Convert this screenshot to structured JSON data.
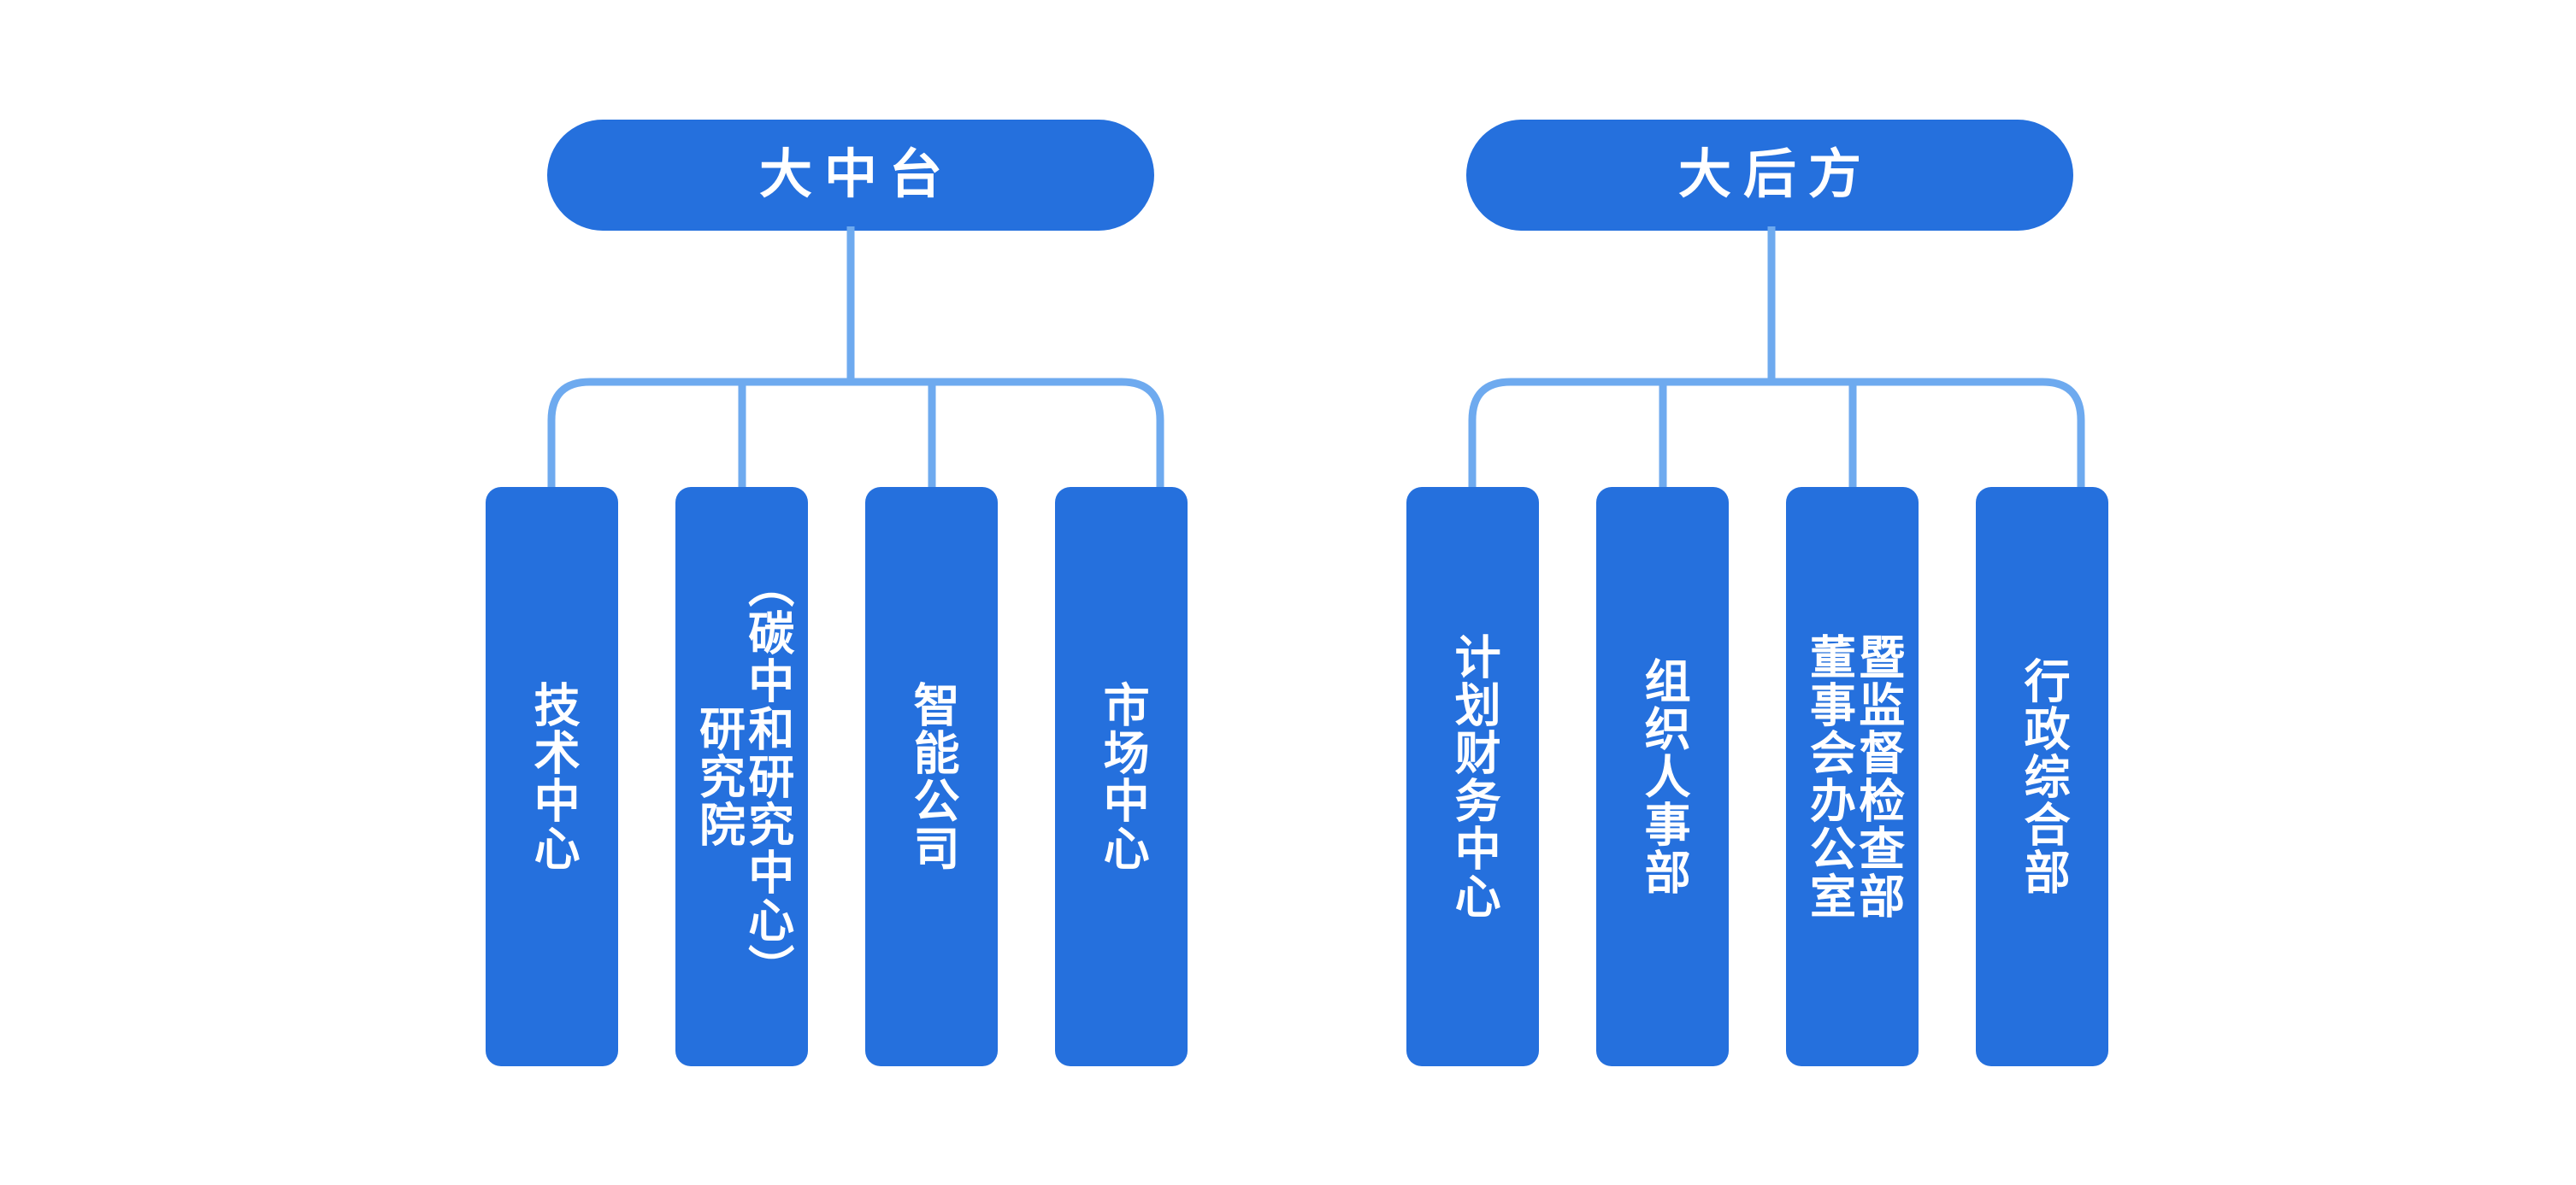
{
  "diagram": {
    "type": "organization-chart",
    "title": "",
    "orientation": "top-down",
    "colors": {
      "node_fill": "#2570DD",
      "node_text": "#FFFFFF",
      "connector": "#6EAAEF",
      "background": "#FFFFFF"
    }
  },
  "groups": [
    {
      "id": "group-zhongtai",
      "header": "大中台",
      "children": [
        {
          "id": "node-jishu-zhongxin",
          "label": "技术中心",
          "columns": [
            "技术中心"
          ]
        },
        {
          "id": "node-yanjiuyuan",
          "label": "研究院（碳中和研究中心）",
          "columns": [
            "（碳中和研究中心）",
            "研究院"
          ]
        },
        {
          "id": "node-zhineng-gongsi",
          "label": "智能公司",
          "columns": [
            "智能公司"
          ]
        },
        {
          "id": "node-shichang-zhongxin",
          "label": "市场中心",
          "columns": [
            "市场中心"
          ]
        }
      ]
    },
    {
      "id": "group-houfang",
      "header": "大后方",
      "children": [
        {
          "id": "node-jihua-caiwu",
          "label": "计划财务中心",
          "columns": [
            "计划财务中心"
          ]
        },
        {
          "id": "node-zuzhi-renshi",
          "label": "组织人事部",
          "columns": [
            "组织人事部"
          ]
        },
        {
          "id": "node-dongshihui",
          "label": "董事会办公室暨监督检查部",
          "columns": [
            "暨监督检查部",
            "董事会办公室"
          ]
        },
        {
          "id": "node-xingzheng",
          "label": "行政综合部",
          "columns": [
            "行政综合部"
          ]
        }
      ]
    }
  ]
}
